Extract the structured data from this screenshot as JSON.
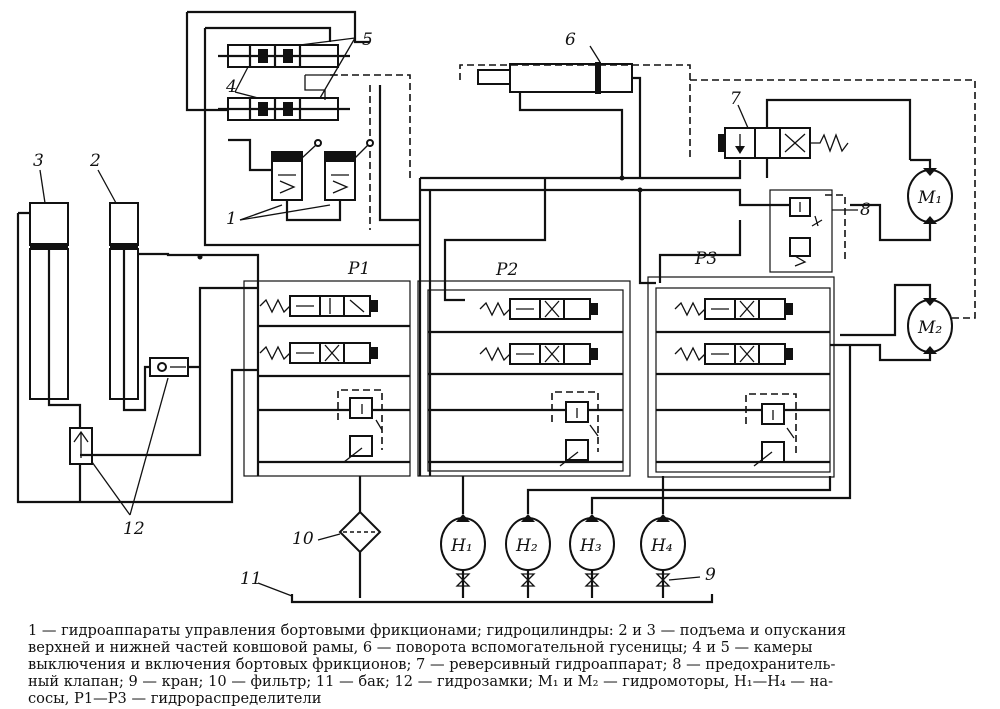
{
  "labels": {
    "n1": "1",
    "n2": "2",
    "n3": "3",
    "n4": "4",
    "n5": "5",
    "n6": "6",
    "n7": "7",
    "n8": "8",
    "n9": "9",
    "n10": "10",
    "n11": "11",
    "n12": "12",
    "p1": "P1",
    "p2": "P2",
    "p3": "P3",
    "m1": "M₁",
    "m2": "M₂",
    "h1": "H₁",
    "h2": "H₂",
    "h3": "H₃",
    "h4": "H₄"
  },
  "caption": {
    "line1": "1 — гидроаппараты управления бортовыми фрикционами; гидроцилиндры: 2 и 3 — подъема и опускания",
    "line2": "верхней и нижней частей ковшовой рамы, 6 — поворота вспомогательной гусеницы; 4 и 5 — камеры",
    "line3": "выключения и включения бортовых фрикционов; 7 — реверсивный гидроаппарат; 8 — предохранитель-",
    "line4": "ный клапан; 9 — кран; 10 — фильтр; 11 — бак; 12 — гидрозамки; M₁ и M₂ — гидромоторы, H₁—H₄ — на-",
    "line5": "сосы, P1—P3 — гидрораспределители"
  }
}
